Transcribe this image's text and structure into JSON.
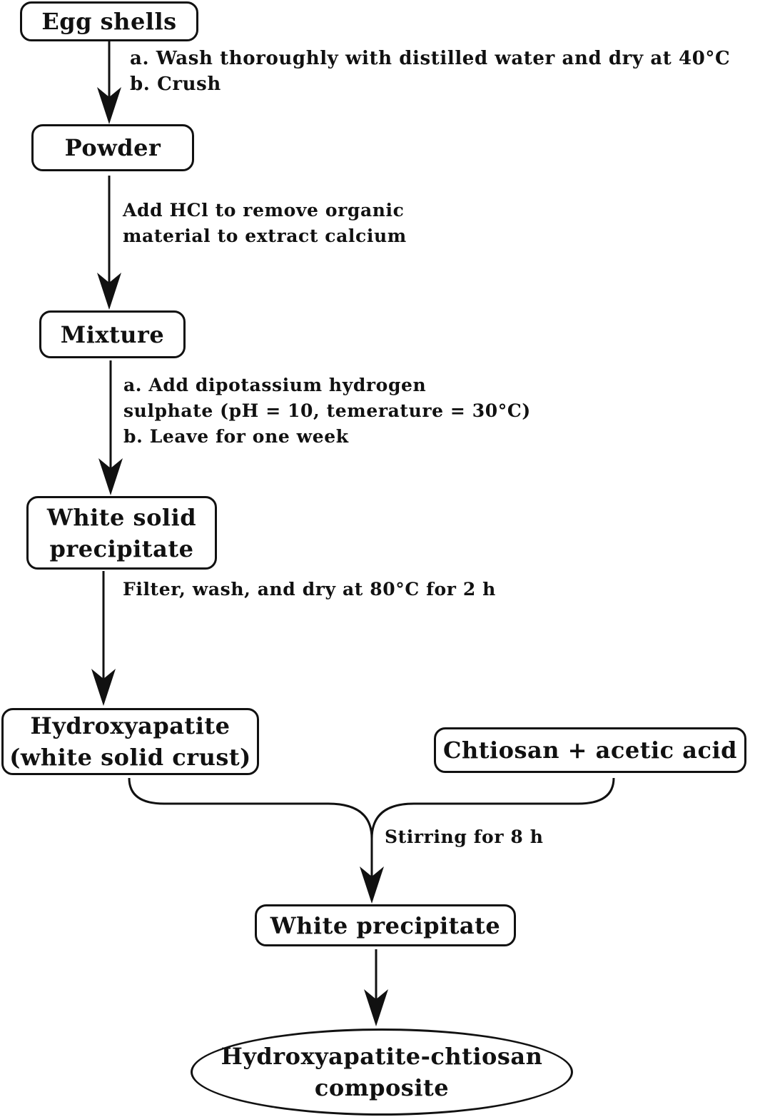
{
  "nodes": {
    "egg_shells": "Egg shells",
    "powder": "Powder",
    "mixture": "Mixture",
    "white_solid_precipitate": [
      "White solid",
      "precipitate"
    ],
    "hydroxyapatite": [
      "Hydroxyapatite",
      "(white solid crust)"
    ],
    "chitosan_acetic": "Chtiosan + acetic acid",
    "white_precipitate": "White precipitate",
    "composite": [
      "Hydroxyapatite-chtiosan",
      "composite"
    ]
  },
  "steps": {
    "wash_crush": [
      "a. Wash thoroughly with distilled water and dry at 40°C",
      "b. Crush"
    ],
    "add_hcl": [
      "Add HCl to remove organic",
      "material to extract calcium"
    ],
    "add_dipotassium": [
      "a. Add dipotassium hydrogen",
      "sulphate (pH = 10, temerature = 30°C)",
      "b. Leave for one week"
    ],
    "filter_wash": [
      "Filter, wash, and dry at 80°C for 2 h"
    ],
    "stirring": [
      "Stirring for 8 h"
    ]
  },
  "colors": {
    "line": "#111111",
    "background": "#ffffff"
  }
}
